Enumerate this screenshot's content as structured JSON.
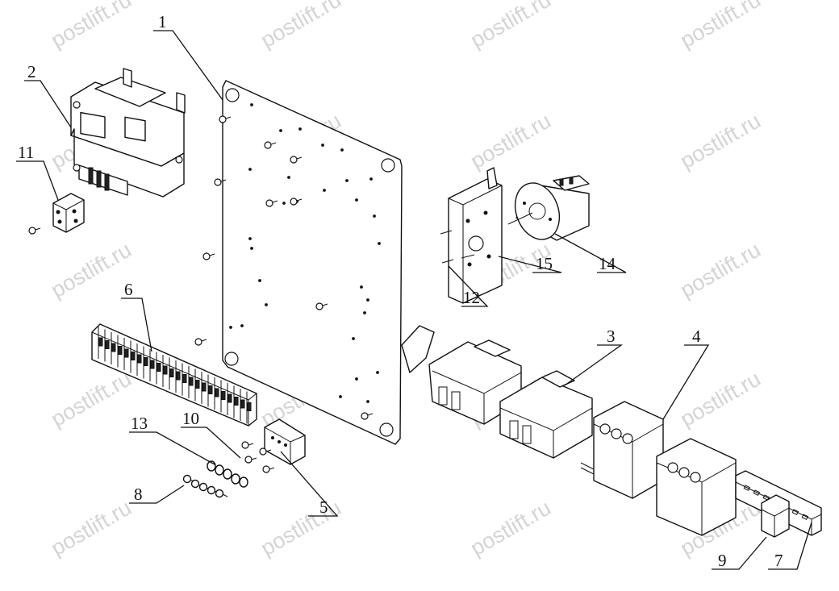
{
  "watermark": {
    "text": "postlift.ru",
    "color": "#d4d4d4"
  },
  "callouts": [
    {
      "id": "c1",
      "label": "1"
    },
    {
      "id": "c2",
      "label": "2"
    },
    {
      "id": "c3",
      "label": "3"
    },
    {
      "id": "c4",
      "label": "4"
    },
    {
      "id": "c5",
      "label": "5"
    },
    {
      "id": "c6",
      "label": "6"
    },
    {
      "id": "c7",
      "label": "7"
    },
    {
      "id": "c8",
      "label": "8"
    },
    {
      "id": "c9",
      "label": "9"
    },
    {
      "id": "c10",
      "label": "10"
    },
    {
      "id": "c11",
      "label": "11"
    },
    {
      "id": "c12",
      "label": "12"
    },
    {
      "id": "c13",
      "label": "13"
    },
    {
      "id": "c14",
      "label": "14"
    },
    {
      "id": "c15",
      "label": "15"
    }
  ]
}
